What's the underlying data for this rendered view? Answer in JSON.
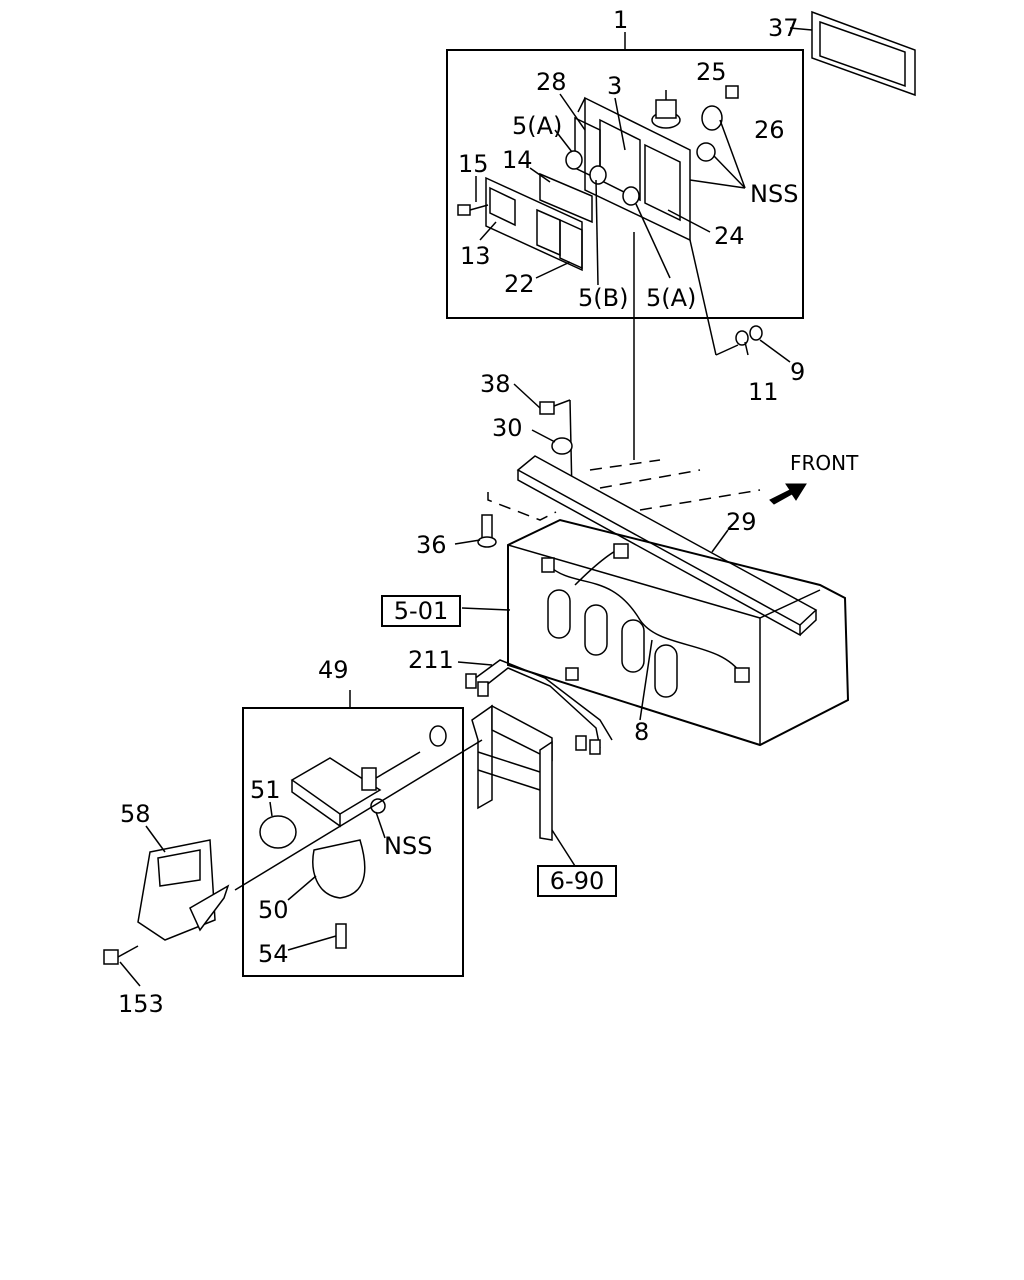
{
  "callouts": {
    "c1": "1",
    "c3": "3",
    "c5a_top": "5(A)",
    "c5a_bot": "5(A)",
    "c5b": "5(B)",
    "c8": "8",
    "c9": "9",
    "c11": "11",
    "c13": "13",
    "c14": "14",
    "c15": "15",
    "c22": "22",
    "c24": "24",
    "c25": "25",
    "c26": "26",
    "c28": "28",
    "c29": "29",
    "c30": "30",
    "c36": "36",
    "c37": "37",
    "c38": "38",
    "c49": "49",
    "c50": "50",
    "c51": "51",
    "c54": "54",
    "c58": "58",
    "c153": "153",
    "c211": "211",
    "nss_top": "NSS",
    "nss_bot": "NSS"
  },
  "refs": {
    "r501": "5-01",
    "r690": "6-90"
  },
  "direction": {
    "front": "FRONT"
  }
}
